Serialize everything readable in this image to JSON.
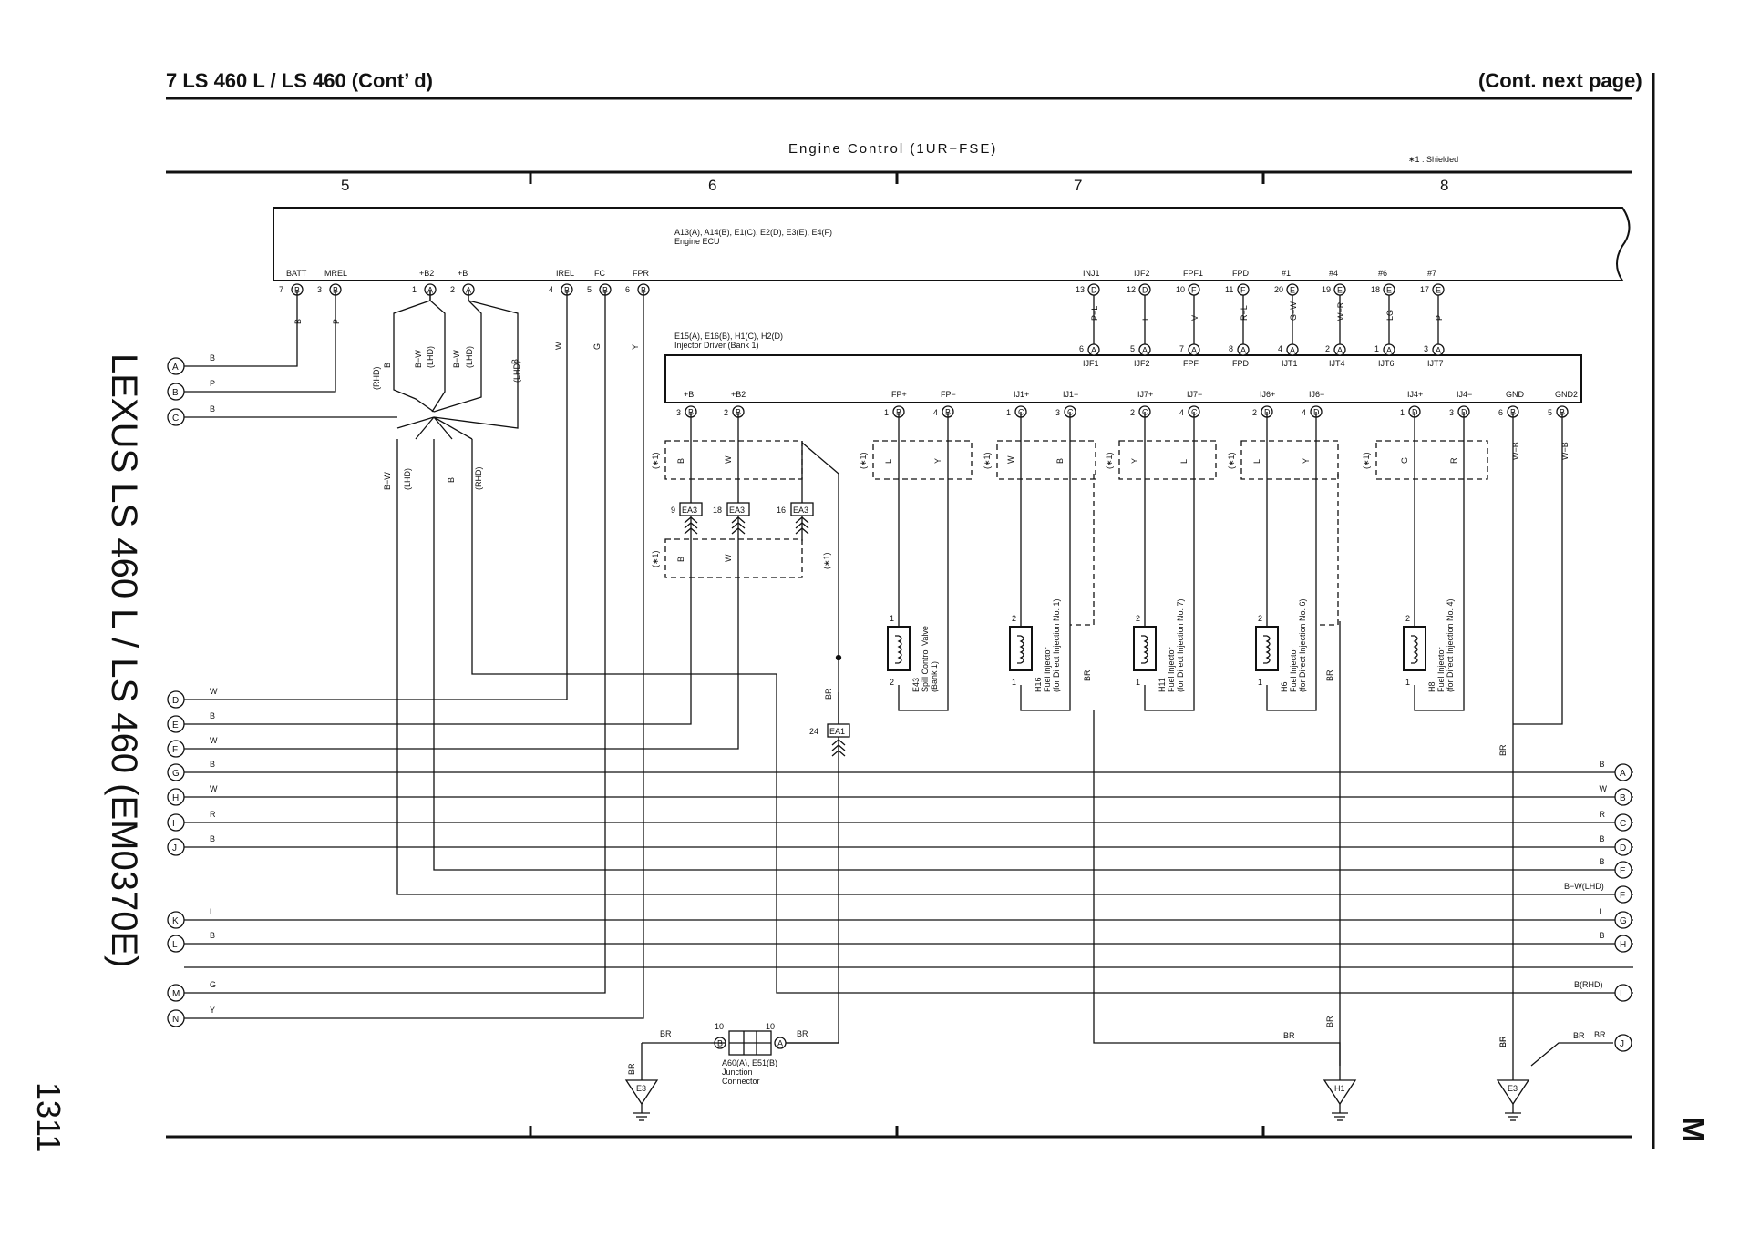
{
  "header": {
    "left_title": "7  LS 460 L / LS 460 (Cont’ d)",
    "right_title": "(Cont.  next page)",
    "diagram_title": "Engine Control (1UR−FSE)",
    "shield_note": "∗1 : Shielded",
    "grid_numbers": [
      "5",
      "6",
      "7",
      "8"
    ]
  },
  "side": {
    "manual_title": "LEXUS LS 460 L / LS 460 (EM0370E)",
    "page_number": "1311",
    "section_letter": "M"
  },
  "ecu": {
    "part_label": "A13(A), A14(B), E1(C), E2(D), E3(E), E4(F)",
    "name": "Engine ECU",
    "terminals": [
      {
        "name": "BATT",
        "num": "7",
        "conn": "B"
      },
      {
        "name": "MREL",
        "num": "3",
        "conn": "B"
      },
      {
        "name": "+B2",
        "num": "1",
        "conn": "A"
      },
      {
        "name": "+B",
        "num": "2",
        "conn": "A"
      },
      {
        "name": "IREL",
        "num": "4",
        "conn": "B"
      },
      {
        "name": "FC",
        "num": "5",
        "conn": "B"
      },
      {
        "name": "FPR",
        "num": "6",
        "conn": "B"
      },
      {
        "name": "INJ1",
        "num": "13",
        "conn": "D"
      },
      {
        "name": "IJF2",
        "num": "12",
        "conn": "D"
      },
      {
        "name": "FPF1",
        "num": "10",
        "conn": "F"
      },
      {
        "name": "FPD",
        "num": "11",
        "conn": "F"
      },
      {
        "name": "#1",
        "num": "20",
        "conn": "E"
      },
      {
        "name": "#4",
        "num": "19",
        "conn": "E"
      },
      {
        "name": "#6",
        "num": "18",
        "conn": "E"
      },
      {
        "name": "#7",
        "num": "17",
        "conn": "E"
      }
    ]
  },
  "driver": {
    "part_label": "E15(A), E16(B), H1(C), H2(D)",
    "name": "Injector Driver (Bank 1)",
    "top_terminals": [
      {
        "name": "IJF1",
        "num": "6",
        "conn": "A",
        "wire": "P−L"
      },
      {
        "name": "IJF2",
        "num": "5",
        "conn": "A",
        "wire": "L"
      },
      {
        "name": "FPF",
        "num": "7",
        "conn": "A",
        "wire": "V"
      },
      {
        "name": "FPD",
        "num": "8",
        "conn": "A",
        "wire": "R−L"
      },
      {
        "name": "IJT1",
        "num": "4",
        "conn": "A",
        "wire": "G−W"
      },
      {
        "name": "IJT4",
        "num": "2",
        "conn": "A",
        "wire": "W−R"
      },
      {
        "name": "IJT6",
        "num": "1",
        "conn": "A",
        "wire": "LG"
      },
      {
        "name": "IJT7",
        "num": "3",
        "conn": "A",
        "wire": "P"
      }
    ],
    "bottom_terminals": [
      {
        "name": "+B",
        "num": "3",
        "conn": "B"
      },
      {
        "name": "+B2",
        "num": "2",
        "conn": "B"
      },
      {
        "name": "FP+",
        "num": "1",
        "conn": "B"
      },
      {
        "name": "FP−",
        "num": "4",
        "conn": "B"
      },
      {
        "name": "IJ1+",
        "num": "1",
        "conn": "C"
      },
      {
        "name": "IJ1−",
        "num": "3",
        "conn": "C"
      },
      {
        "name": "IJ7+",
        "num": "2",
        "conn": "C"
      },
      {
        "name": "IJ7−",
        "num": "4",
        "conn": "C"
      },
      {
        "name": "IJ6+",
        "num": "2",
        "conn": "D"
      },
      {
        "name": "IJ6−",
        "num": "4",
        "conn": "D"
      },
      {
        "name": "IJ4+",
        "num": "1",
        "conn": "D"
      },
      {
        "name": "IJ4−",
        "num": "3",
        "conn": "D"
      },
      {
        "name": "GND",
        "num": "6",
        "conn": "B"
      },
      {
        "name": "GND2",
        "num": "5",
        "conn": "B"
      }
    ]
  },
  "ecu_wire_colors": [
    "B",
    "P",
    "B",
    "B−W",
    "(LHD)",
    "B−W",
    "(LHD)",
    "(RHD)",
    "B",
    "(LHD)",
    "W",
    "G",
    "Y"
  ],
  "shield_tag": "(∗1)",
  "shield_wires": [
    {
      "a": "B",
      "b": "W"
    },
    {
      "a": "L",
      "b": "Y"
    },
    {
      "a": "W",
      "b": "B"
    },
    {
      "a": "Y",
      "b": "L"
    },
    {
      "a": "L",
      "b": "Y"
    },
    {
      "a": "G",
      "b": "R"
    },
    {
      "a": "B",
      "b": "W"
    }
  ],
  "gnd_wires": [
    "W−B",
    "W−B"
  ],
  "lower_left_colors": [
    "B−W",
    "(LHD)",
    "B",
    "(RHD)",
    "B",
    "(RHD)"
  ],
  "connectors_ea3": [
    {
      "pin": "9",
      "name": "EA3"
    },
    {
      "pin": "18",
      "name": "EA3"
    },
    {
      "pin": "16",
      "name": "EA3"
    }
  ],
  "connector_ea1": {
    "pin": "24",
    "name": "EA1",
    "wire": "BR"
  },
  "components": [
    {
      "pin_top": "1",
      "pin_bot": "2",
      "label": "E43",
      "desc1": "Spill Control Valve",
      "desc2": "(Bank 1)"
    },
    {
      "pin_top": "2",
      "pin_bot": "1",
      "label": "H16",
      "desc1": "Fuel Injector",
      "desc2": "(for Direct Injection No. 1)"
    },
    {
      "pin_top": "2",
      "pin_bot": "1",
      "label": "H11",
      "desc1": "Fuel Injector",
      "desc2": "(for Direct Injection No. 7)"
    },
    {
      "pin_top": "2",
      "pin_bot": "1",
      "label": "H6",
      "desc1": "Fuel Injector",
      "desc2": "(for Direct Injection No. 6)"
    },
    {
      "pin_top": "2",
      "pin_bot": "1",
      "label": "H8",
      "desc1": "Fuel Injector",
      "desc2": "(for Direct Injection No. 4)"
    }
  ],
  "vertical_wire_labels": [
    "BR",
    "BR",
    "BR",
    "BR",
    "BR"
  ],
  "left_terminals": [
    {
      "id": "A",
      "wire": "B"
    },
    {
      "id": "B",
      "wire": "P"
    },
    {
      "id": "C",
      "wire": "B"
    },
    {
      "id": "D",
      "wire": "W"
    },
    {
      "id": "E",
      "wire": "B"
    },
    {
      "id": "F",
      "wire": "W"
    },
    {
      "id": "G",
      "wire": "B"
    },
    {
      "id": "H",
      "wire": "W"
    },
    {
      "id": "I",
      "wire": "R"
    },
    {
      "id": "J",
      "wire": "B"
    },
    {
      "id": "K",
      "wire": "L"
    },
    {
      "id": "L",
      "wire": "B"
    },
    {
      "id": "M",
      "wire": "G"
    },
    {
      "id": "N",
      "wire": "Y"
    }
  ],
  "right_terminals": [
    {
      "id": "A",
      "wire": "B"
    },
    {
      "id": "B",
      "wire": "W"
    },
    {
      "id": "C",
      "wire": "R"
    },
    {
      "id": "D",
      "wire": "B"
    },
    {
      "id": "E",
      "wire": "B"
    },
    {
      "id": "F",
      "wire": "B−W(LHD)"
    },
    {
      "id": "G",
      "wire": "L"
    },
    {
      "id": "H",
      "wire": "B"
    },
    {
      "id": "I",
      "wire": "B(RHD)"
    },
    {
      "id": "J",
      "wire": "BR"
    }
  ],
  "junction": {
    "pin_left": "10",
    "conn_left": "B",
    "pin_right": "10",
    "conn_right": "A",
    "label": "A60(A), E51(B)",
    "desc1": "Junction",
    "desc2": "Connector",
    "wire_left": "BR",
    "wire_right": "BR"
  },
  "grounds": [
    {
      "name": "E3",
      "wire": "BR"
    },
    {
      "name": "H1",
      "wire": "BR"
    },
    {
      "name": "E3",
      "wire": "BR"
    }
  ],
  "ground_wire_labels": [
    "BR",
    "BR",
    "BR",
    "BR"
  ]
}
